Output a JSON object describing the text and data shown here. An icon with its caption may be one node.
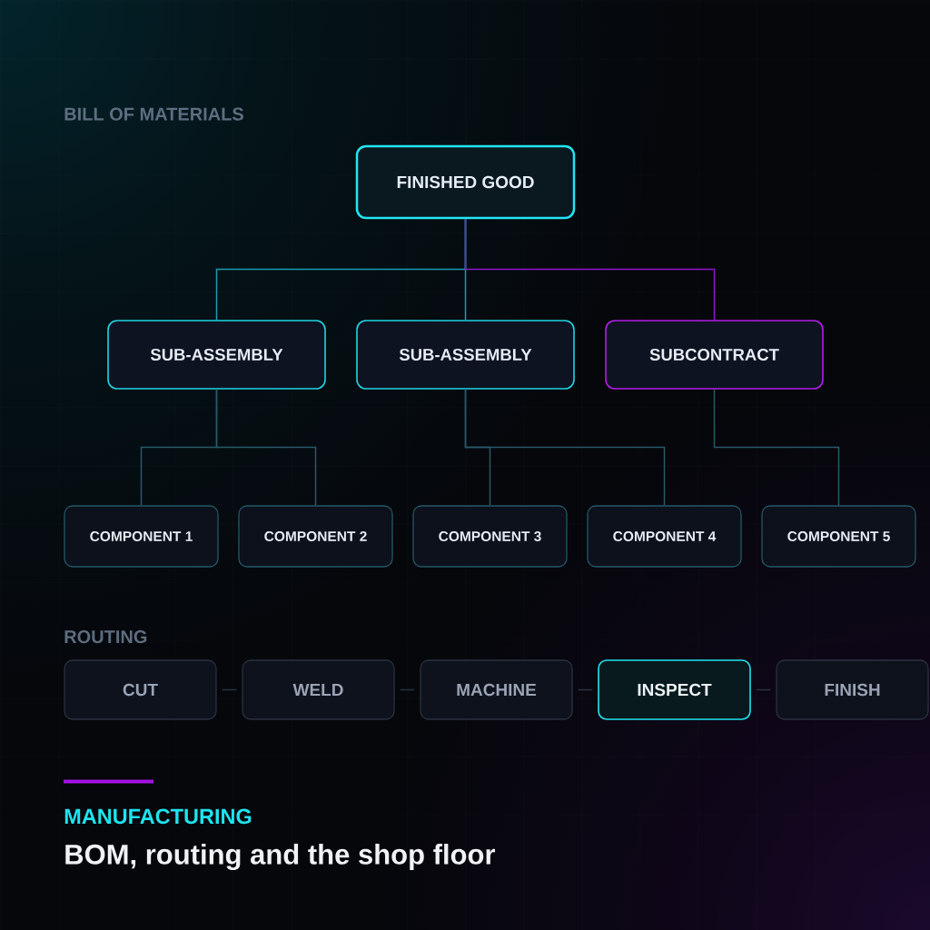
{
  "diagram": {
    "title": "BOM, routing and the shop floor",
    "nodes": [
      {
        "text": [
          "FINISHED GOOD"
        ]
      },
      {
        "text": [
          "SUB-ASSEMBLY"
        ]
      },
      {
        "text": [
          "SUB-ASSEMBLY"
        ]
      },
      {
        "text": [
          "SUBCONTRACT"
        ]
      },
      {
        "text": [
          "COMPONENT 1"
        ]
      },
      {
        "text": [
          "COMPONENT 2"
        ]
      },
      {
        "text": [
          "COMPONENT 3"
        ]
      },
      {
        "text": [
          "COMPONENT 4"
        ]
      },
      {
        "text": [
          "COMPONENT 5"
        ]
      },
      {
        "text": [
          "CUT"
        ]
      },
      {
        "text": [
          "WELD"
        ]
      },
      {
        "text": [
          "MACHINE"
        ]
      },
      {
        "text": [
          "INSPECT"
        ]
      },
      {
        "text": [
          "FINISH"
        ]
      }
    ],
    "edges": [
      {
        "from": 0,
        "to": 1,
        "arrow": "none",
        "color": "#1a9cb0"
      },
      {
        "from": 0,
        "to": 2,
        "arrow": "none",
        "color": "#1a9cb0"
      },
      {
        "from": 0,
        "to": 3,
        "arrow": "none",
        "color": "#9414cc"
      },
      {
        "from": 1,
        "to": 4,
        "arrow": "none"
      },
      {
        "from": 1,
        "to": 5,
        "arrow": "none"
      },
      {
        "from": 2,
        "to": 6,
        "arrow": "none"
      },
      {
        "from": 2,
        "to": 7,
        "arrow": "none"
      },
      {
        "from": 3,
        "to": 8,
        "arrow": "none"
      },
      {
        "from": 9,
        "to": 10,
        "arrow": "none",
        "color": "#2a3343"
      },
      {
        "from": 10,
        "to": 11,
        "arrow": "none",
        "color": "#2a3343"
      },
      {
        "from": 11,
        "to": 12,
        "arrow": "none",
        "color": "#2a3343"
      },
      {
        "from": 12,
        "to": 13,
        "arrow": "none",
        "color": "#2a3343"
      }
    ],
    "labels": [
      "BILL OF MATERIALS",
      "ROUTING",
      "MANUFACTURING"
    ]
  }
}
